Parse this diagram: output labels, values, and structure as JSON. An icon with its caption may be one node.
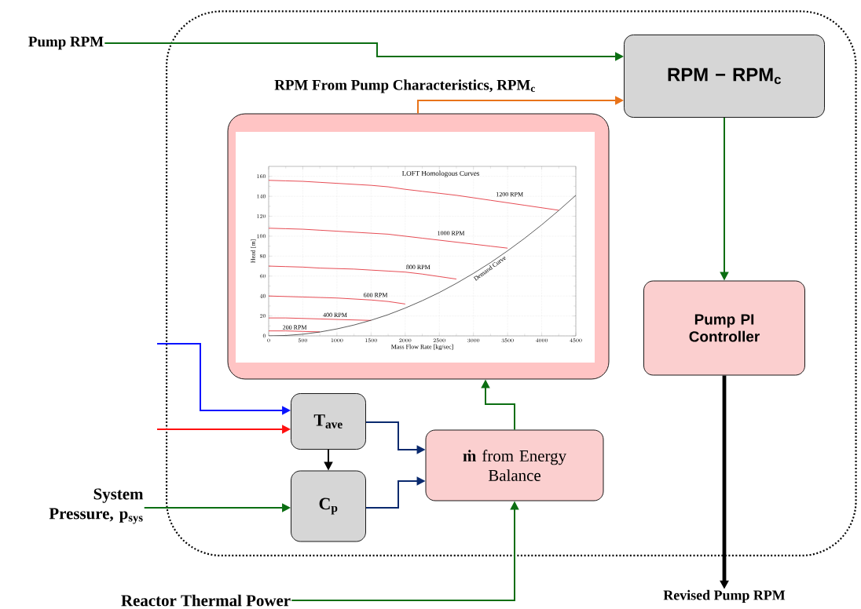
{
  "diagram": {
    "nodes": [
      {
        "text": [],
        "shape": "box"
      },
      {
        "text": [
          "Pump RPM"
        ]
      },
      {
        "text": [
          "RPM − RPM$_{c}$"
        ],
        "in": 0
      },
      {
        "text": [
          "RPM From Pump Characteristics, RPM$_{c}$"
        ],
        "in": 0
      },
      {
        "text": [
          "T$_{ave}$"
        ],
        "in": 0
      },
      {
        "text": [
          "C$_{p}$"
        ],
        "in": 0
      },
      {
        "text": [
          "**ṁ** from Energy Balance"
        ],
        "in": 0
      },
      {
        "text": [
          "Pump PI Controller"
        ],
        "in": 0
      },
      {
        "text": [
          "Revised Pump RPM"
        ]
      },
      {
        "text": [
          "System Pressure, p$_{sys}$"
        ]
      },
      {
        "text": [
          "Reactor Thermal Power"
        ]
      }
    ],
    "edges": [
      {
        "from": 1,
        "to": 2,
        "arrow": "to"
      },
      {
        "from": 3,
        "to": 2,
        "arrow": "to",
        "color": "#e8731a"
      },
      {
        "from": 2,
        "to": 7,
        "arrow": "to"
      },
      {
        "from": 7,
        "to": 8,
        "arrow": "to",
        "color": "#000000",
        "style": "thick"
      },
      {
        "from": null,
        "to": 4,
        "arrow": "to",
        "color": "#0a14ff"
      },
      {
        "from": null,
        "to": 4,
        "arrow": "to",
        "color": "#ff1010"
      },
      {
        "from": 4,
        "to": 5,
        "arrow": "to",
        "color": "#000000"
      },
      {
        "from": 9,
        "to": 5,
        "arrow": "to"
      },
      {
        "from": 4,
        "to": 6,
        "arrow": "to",
        "color": "#0a2a6e"
      },
      {
        "from": 5,
        "to": 6,
        "arrow": "to",
        "color": "#0a2a6e"
      },
      {
        "from": 6,
        "to": 3,
        "arrow": "to"
      },
      {
        "from": 10,
        "to": 6,
        "arrow": "to"
      }
    ],
    "chart_data": {
      "type": "line",
      "title": "LOFT Homologous Curves",
      "xlabel": "Mass Flow Rate [kg/sec]",
      "ylabel": "Head [m]",
      "x": [
        0,
        250,
        500,
        750,
        1000,
        1250,
        1500,
        1750,
        2000,
        2250,
        2500,
        2750,
        3000,
        3250,
        3500,
        3750,
        4000,
        4250,
        4500
      ],
      "series": [
        {
          "name": "200 RPM",
          "color": "#e0202a",
          "values": [
            5,
            5,
            4.5,
            4,
            null,
            null,
            null,
            null,
            null,
            null,
            null,
            null,
            null,
            null,
            null,
            null,
            null,
            null,
            null
          ]
        },
        {
          "name": "400 RPM",
          "color": "#e0202a",
          "values": [
            18,
            18,
            17.5,
            17,
            16.5,
            16,
            15.5,
            null,
            null,
            null,
            null,
            null,
            null,
            null,
            null,
            null,
            null,
            null,
            null
          ]
        },
        {
          "name": "600 RPM",
          "color": "#e0202a",
          "values": [
            40,
            39.5,
            39,
            38.5,
            38,
            37,
            36,
            34.5,
            32,
            null,
            null,
            null,
            null,
            null,
            null,
            null,
            null,
            null,
            null
          ]
        },
        {
          "name": "800 RPM",
          "color": "#e0202a",
          "values": [
            70,
            69.5,
            69,
            68,
            67.5,
            67,
            66,
            65,
            64,
            62,
            59.5,
            57,
            null,
            null,
            null,
            null,
            null,
            null,
            null
          ]
        },
        {
          "name": "1000 RPM",
          "color": "#e0202a",
          "values": [
            108,
            107.5,
            107,
            106,
            105,
            104,
            103,
            102,
            100,
            98,
            96,
            94,
            92,
            90,
            88,
            null,
            null,
            null,
            null
          ]
        },
        {
          "name": "1200 RPM",
          "color": "#e0202a",
          "values": [
            156,
            155.5,
            155,
            154,
            153,
            152,
            151,
            149.5,
            147,
            145,
            143,
            141,
            138.5,
            136,
            133.5,
            131,
            128.5,
            126,
            null
          ]
        },
        {
          "name": "Demand Curve",
          "color": "#333333",
          "values": [
            0,
            0.4,
            1.7,
            3.9,
            7,
            10.9,
            15.7,
            21.3,
            27.9,
            35.3,
            43.5,
            52.7,
            62.7,
            73.5,
            85.3,
            97.9,
            111.4,
            125.8,
            141
          ]
        }
      ],
      "xlim": [
        0,
        4500
      ],
      "ylim": [
        0,
        170
      ],
      "xticks": [
        0,
        500,
        1000,
        1500,
        2000,
        2500,
        3000,
        3500,
        4000,
        4500
      ],
      "yticks": [
        0,
        20,
        40,
        60,
        80,
        100,
        120,
        140,
        160
      ],
      "grid": true
    }
  }
}
